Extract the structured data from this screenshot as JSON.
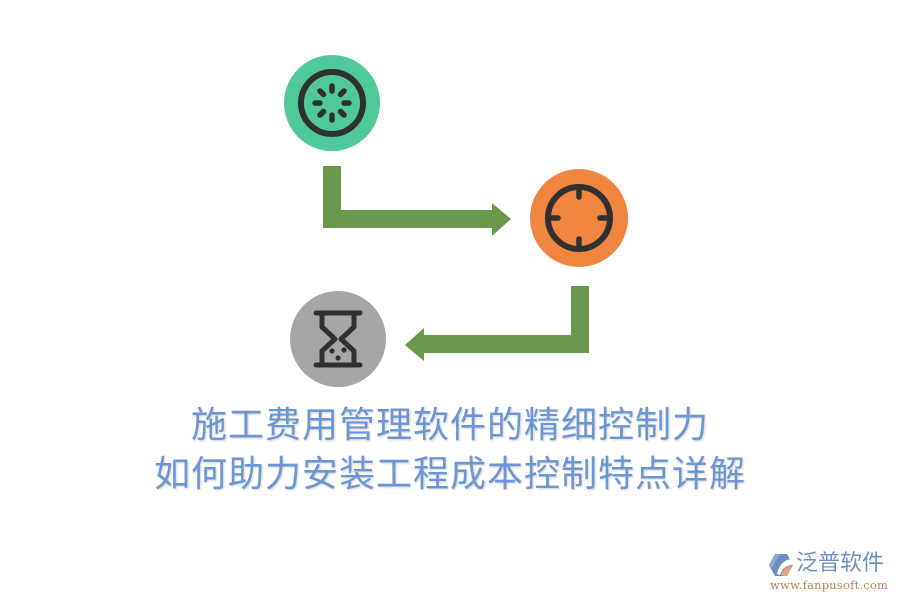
{
  "diagram": {
    "type": "process-flow",
    "nodes": [
      {
        "id": "start",
        "icon": "loading-spinner-icon",
        "color": "#4fc99a",
        "order": 1
      },
      {
        "id": "target",
        "icon": "crosshair-target-icon",
        "color": "#f08540",
        "order": 2
      },
      {
        "id": "time",
        "icon": "hourglass-icon",
        "color": "#a6a6a6",
        "order": 3
      }
    ],
    "edges": [
      {
        "from": "start",
        "to": "target",
        "shape": "elbow-arrow-right"
      },
      {
        "from": "target",
        "to": "time",
        "shape": "elbow-arrow-left"
      }
    ],
    "colors": {
      "arrow": "#6a994c",
      "icon_stroke": "#2f302f",
      "title": "#6b96d6"
    }
  },
  "title": {
    "line1": "施工费用管理软件的精细控制力",
    "line2": "如何助力安装工程成本控制特点详解"
  },
  "logo": {
    "name": "泛普软件",
    "url": "www.fanpusoft.com",
    "name_color": "#6d8fbf",
    "url_color": "#c0805a"
  }
}
